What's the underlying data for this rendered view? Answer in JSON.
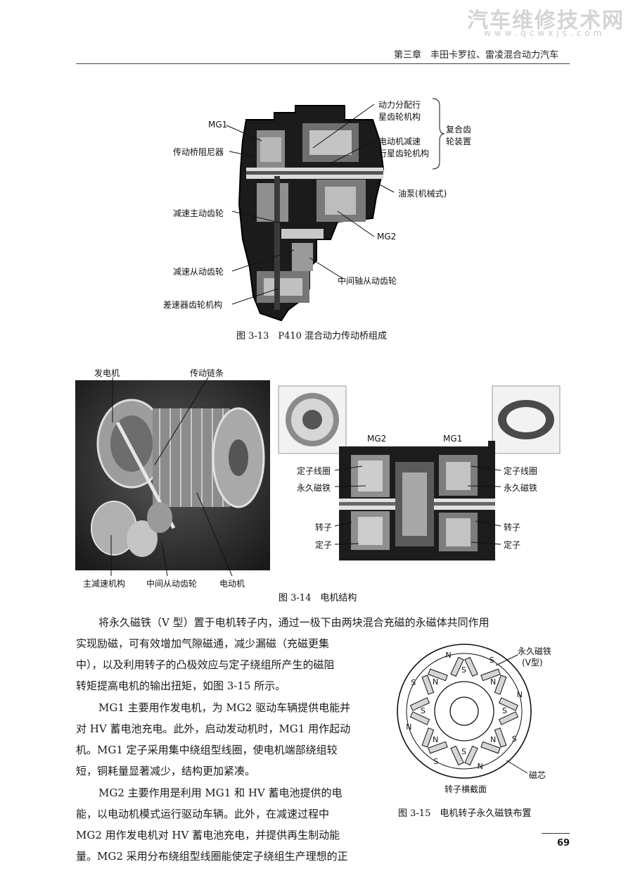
{
  "watermark": {
    "main": "汽车维修技术网",
    "sub": "www.qcwxjs.com"
  },
  "running_head": "第三章　丰田卡罗拉、雷凌混合动力汽车",
  "fig313": {
    "labels": {
      "mg1": "MG1",
      "damper": "传动桥阻尼器",
      "reduction_drive": "减速主动齿轮",
      "reduction_driven": "减速从动齿轮",
      "differential": "差速器齿轮机构",
      "power_split_1": "动力分配行",
      "power_split_2": "星齿轮机构",
      "motor_reduction_1": "电动机减速",
      "motor_reduction_2": "行星齿轮机构",
      "compound_1": "复合齿",
      "compound_2": "轮装置",
      "oil_pump": "油泵(机械式)",
      "mg2": "MG2",
      "counter_driven": "中间轴从动齿轮"
    },
    "caption": "图 3-13　P410 混合动力传动桥组成"
  },
  "fig314": {
    "photo_labels": {
      "generator": "发电机",
      "chain": "传动链条",
      "main_reduction": "主减速机构",
      "counter_driven": "中间从动齿轮",
      "motor": "电动机"
    },
    "section_labels": {
      "mg2": "MG2",
      "mg1": "MG1",
      "stator_coil_l": "定子线圈",
      "magnet_l": "永久磁铁",
      "rotor_l": "转子",
      "stator_l": "定子",
      "stator_coil_r": "定子线圈",
      "magnet_r": "永久磁铁",
      "rotor_r": "转子",
      "stator_r": "定子"
    },
    "caption": "图 3-14　电机结构"
  },
  "body": {
    "p1": [
      "将永久磁铁（V 型）置于电机转子内，通过一极下由两块混合充磁的永磁体共同作用",
      "实现励磁，可有效增加气隙磁通，减少漏磁（充磁更集",
      "中），以及利用转子的凸极效应与定子绕组所产生的磁阻",
      "转矩提高电机的输出扭矩，如图 3-15 所示。"
    ],
    "p2": [
      "MG1 主要用作发电机，为 MG2 驱动车辆提供电能并",
      "对 HV 蓄电池充电。此外，启动发动机时，MG1 用作起动",
      "机。MG1 定子采用集中绕组型线圈，使电机端部绕组较",
      "短，铜耗量显著减少，结构更加紧凑。"
    ],
    "p3": [
      "MG2 主要作用是利用 MG1 和 HV 蓄电池提供的电",
      "能，以电动机模式运行驱动车辆。此外，在减速过程中",
      "MG2 用作发电机对 HV 蓄电池充电，并提供再生制动能",
      "量。MG2 采用分布绕组型线圈能使定子绕组生产理想的正"
    ]
  },
  "fig315": {
    "magnet_label_1": "永久磁铁",
    "magnet_label_2": "(V型)",
    "core_label": "磁芯",
    "section_label": "转子横截面",
    "pole_n": "N",
    "pole_s": "S",
    "caption": "图 3-15　电机转子永久磁铁布置"
  },
  "page_number": "69"
}
